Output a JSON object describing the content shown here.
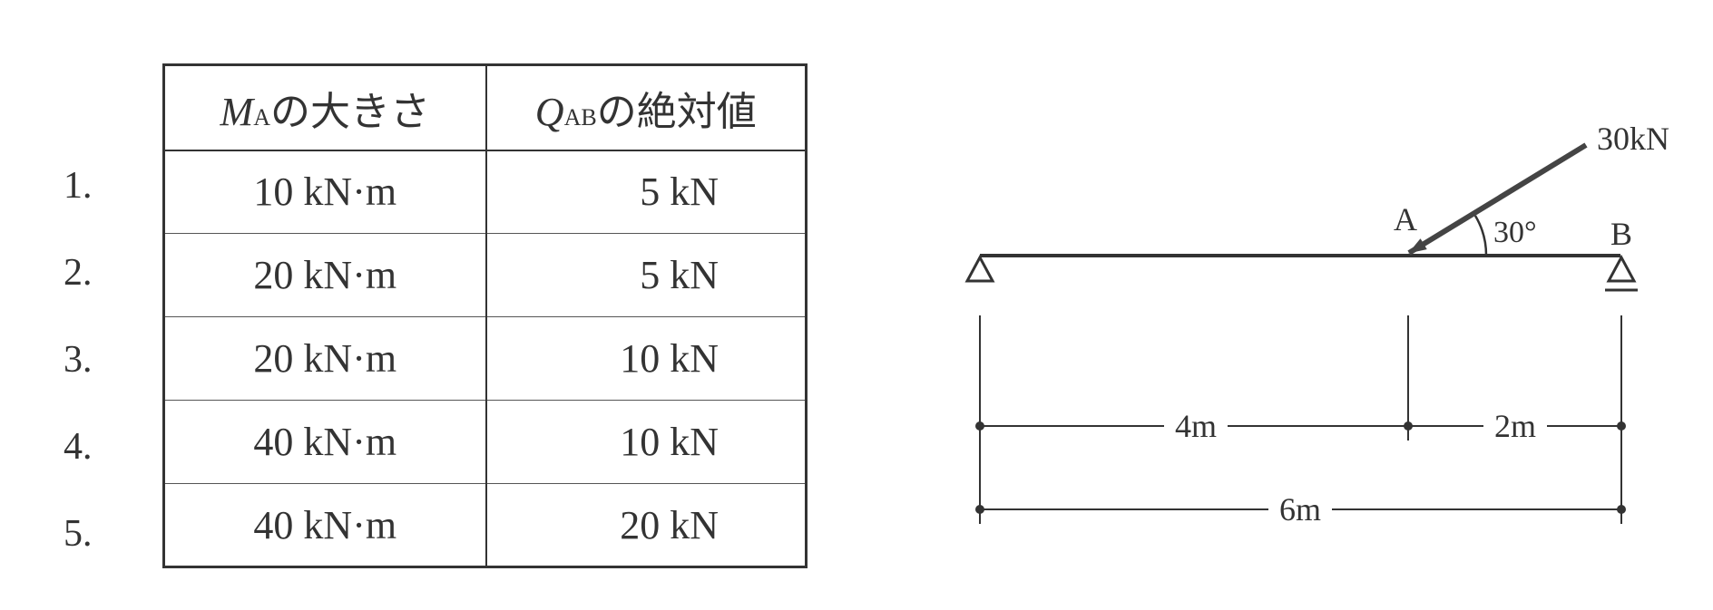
{
  "options": [
    {
      "number": "1.",
      "moment": "10 kN·m",
      "shear": "5 kN"
    },
    {
      "number": "2.",
      "moment": "20 kN·m",
      "shear": "5 kN"
    },
    {
      "number": "3.",
      "moment": "20 kN·m",
      "shear": "10 kN"
    },
    {
      "number": "4.",
      "moment": "40 kN·m",
      "shear": "10 kN"
    },
    {
      "number": "5.",
      "moment": "40 kN·m",
      "shear": "20 kN"
    }
  ],
  "table": {
    "header_moment": {
      "symbol": "M",
      "subscript": "A",
      "suffix": "の大きさ"
    },
    "header_shear": {
      "symbol": "Q",
      "subscript": "AB",
      "suffix": "の絶対値"
    }
  },
  "diagram": {
    "load_label": "30kN",
    "angle_label": "30°",
    "point_a_label": "A",
    "point_b_label": "B",
    "dim_left_label": "4m",
    "dim_right_label": "2m",
    "dim_total_label": "6m",
    "load_value_kN": 30,
    "load_angle_deg": 30,
    "span_left_m": 4,
    "span_right_m": 2,
    "span_total_m": 6,
    "line_color": "#333333"
  }
}
